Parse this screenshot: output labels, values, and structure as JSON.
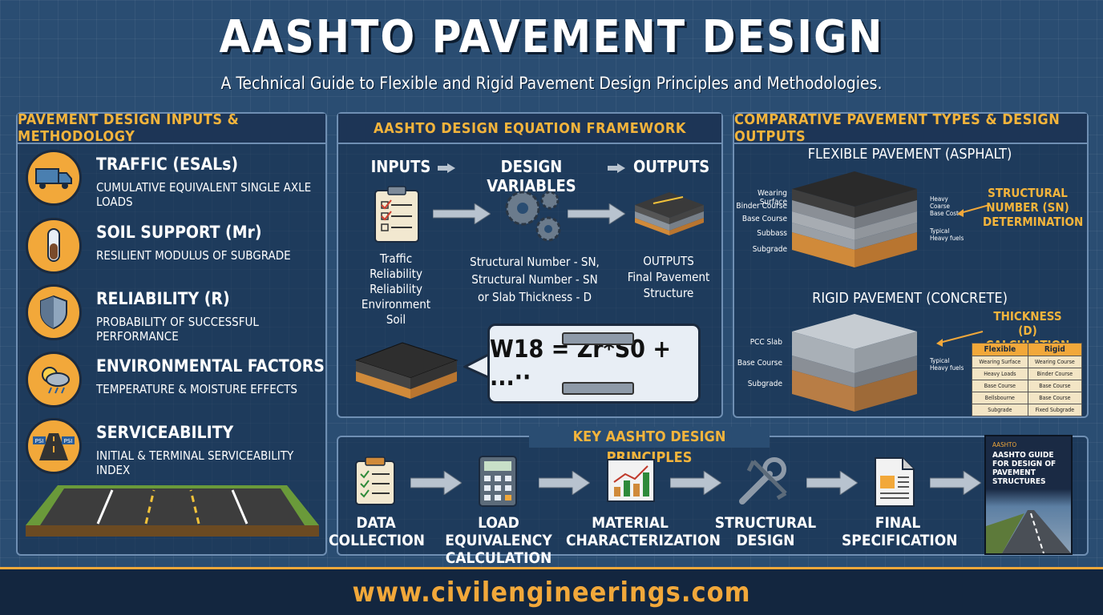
{
  "header": {
    "title": "AASHTO PAVEMENT DESIGN",
    "subtitle": "A Technical Guide to Flexible and Rigid Pavement Design Principles and Methodologies."
  },
  "inputs_panel": {
    "heading": "PAVEMENT DESIGN INPUTS & METHODOLOGY",
    "items": [
      {
        "title": "TRAFFIC (ESALs)",
        "subtitle": "CUMULATIVE EQUIVALENT SINGLE AXLE LOADS",
        "icon": "truck-icon"
      },
      {
        "title": "SOIL SUPPORT (Mr)",
        "subtitle": "RESILIENT MODULUS OF SUBGRADE",
        "icon": "test-tube-icon"
      },
      {
        "title": "RELIABILITY (R)",
        "subtitle": "PROBABILITY OF SUCCESSFUL PERFORMANCE",
        "icon": "shield-icon"
      },
      {
        "title": "ENVIRONMENTAL FACTORS",
        "subtitle": "TEMPERATURE & MOISTURE EFFECTS",
        "icon": "weather-icon"
      },
      {
        "title": "SERVICEABILITY",
        "subtitle": "INITIAL & TERMINAL SERVICEABILITY INDEX",
        "icon": "road-psi-icon",
        "badge": "PSI"
      }
    ]
  },
  "equation_panel": {
    "heading": "AASHTO DESIGN EQUATION FRAMEWORK",
    "flow": [
      "INPUTS",
      "DESIGN VARIABLES",
      "OUTPUTS"
    ],
    "inputs_list": [
      "Traffic",
      "Reliability",
      "Reliability",
      "Environment",
      "Soil"
    ],
    "variables_text": [
      "Structural Number - SN,",
      "Structural Number - SN",
      "or Slab Thickness - D"
    ],
    "outputs_text": [
      "OUTPUTS",
      "Final Pavement",
      "Structure"
    ],
    "formula": "W18 = Zr*S0 + ...··"
  },
  "types_panel": {
    "heading": "COMPARATIVE PAVEMENT TYPES & DESIGN OUTPUTS",
    "flexible_title": "FLEXIBLE PAVEMENT (ASPHALT)",
    "flexible_layers": [
      "Wearing Surface",
      "Binder Course",
      "Base Course",
      "Subbass",
      "Subgrade"
    ],
    "flexible_callout": [
      "STRUCTURAL",
      "NUMBER (SN)",
      "DETERMINATION"
    ],
    "flexible_notes": [
      "Heavy",
      "Coarse",
      "Base Coste",
      "Typical",
      "Heavy fuels"
    ],
    "rigid_title": "RIGID PAVEMENT (CONCRETE)",
    "rigid_layers": [
      "PCC Slab",
      "Base Course",
      "Subgrade"
    ],
    "rigid_callout": [
      "THICKNESS (D)",
      "CALCULATION"
    ],
    "rigid_notes": [
      "Typical",
      "Heavy fuels"
    ],
    "table_headers": [
      "Flexible",
      "Rigid"
    ],
    "table_rows": [
      [
        "Wearing Surface",
        "Wearing Course"
      ],
      [
        "Heavy Loads",
        "Binder Course"
      ],
      [
        "Base Course",
        "Base Course"
      ],
      [
        "Bellsbourne",
        "Base Course"
      ],
      [
        "Subgrade",
        "Fixed Subgrade"
      ]
    ]
  },
  "principles_panel": {
    "heading": "KEY AASHTO DESIGN PRINCIPLES",
    "steps": [
      {
        "line1": "DATA",
        "line2": "COLLECTION",
        "icon": "clipboard-icon"
      },
      {
        "line1": "LOAD EQUIVALENCY",
        "line2": "CALCULATION",
        "icon": "calculator-icon"
      },
      {
        "line1": "MATERIAL",
        "line2": "CHARACTERIZATION",
        "icon": "chart-icon"
      },
      {
        "line1": "STRUCTURAL",
        "line2": "DESIGN",
        "icon": "wrench-caliper-icon"
      },
      {
        "line1": "FINAL",
        "line2": "SPECIFICATION",
        "icon": "document-icon"
      }
    ],
    "book_title": "AASHTO GUIDE FOR DESIGN OF PAVEMENT STRUCTURES",
    "book_kicker": "AASHTO"
  },
  "footer": {
    "url": "www.civilengineerings.com"
  },
  "colors": {
    "accent": "#f2a83a",
    "background": "#2a4d72",
    "panel_border": "#6f8fb3"
  }
}
